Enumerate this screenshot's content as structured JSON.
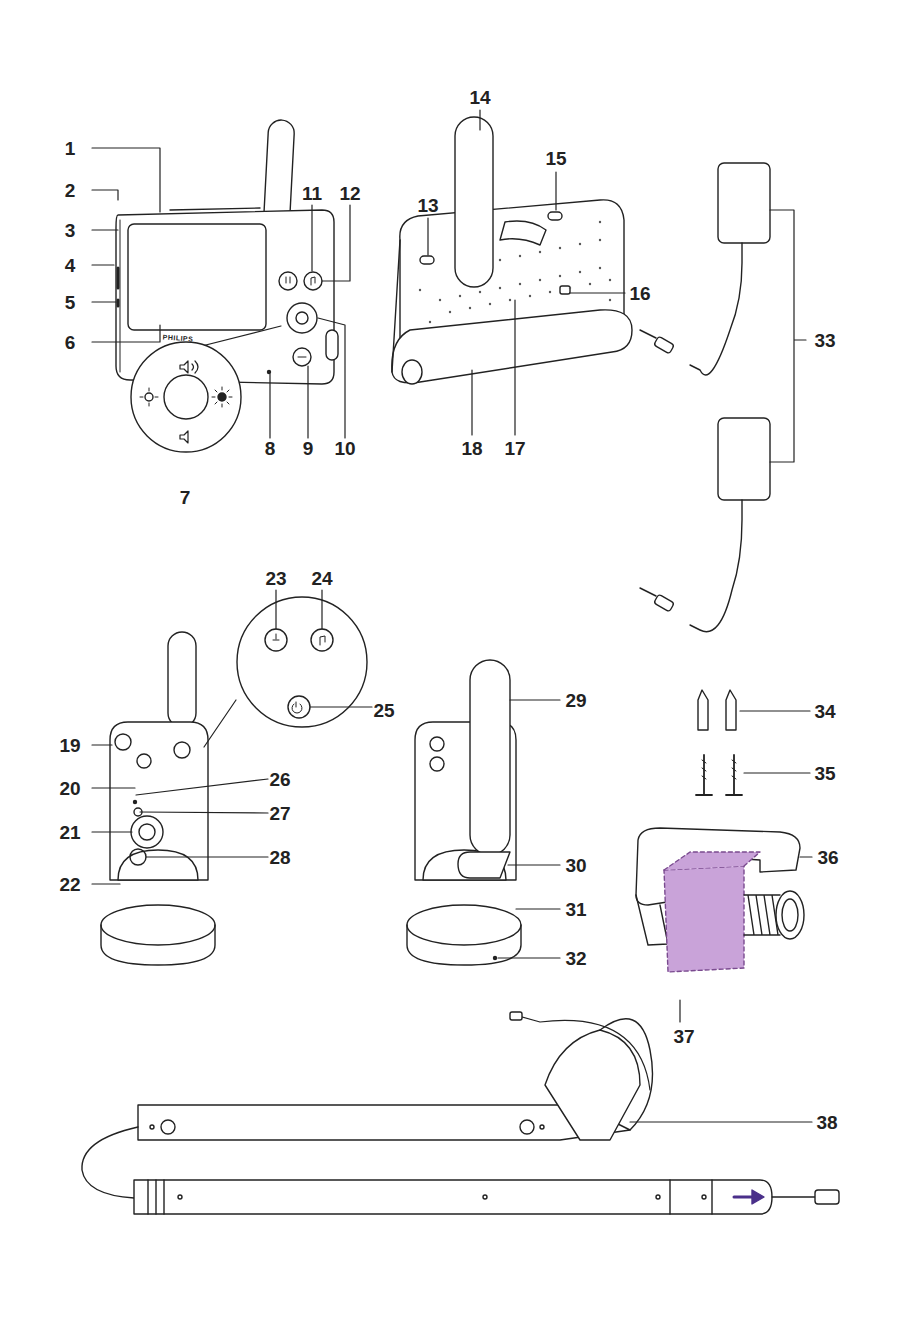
{
  "diagram": {
    "labels": [
      "1",
      "2",
      "3",
      "4",
      "5",
      "6",
      "7",
      "8",
      "9",
      "10",
      "11",
      "12",
      "13",
      "14",
      "15",
      "16",
      "17",
      "18",
      "19",
      "20",
      "21",
      "22",
      "23",
      "24",
      "25",
      "26",
      "27",
      "28",
      "29",
      "30",
      "31",
      "32",
      "33",
      "34",
      "35",
      "36",
      "37",
      "38",
      "PHILIPS"
    ]
  }
}
